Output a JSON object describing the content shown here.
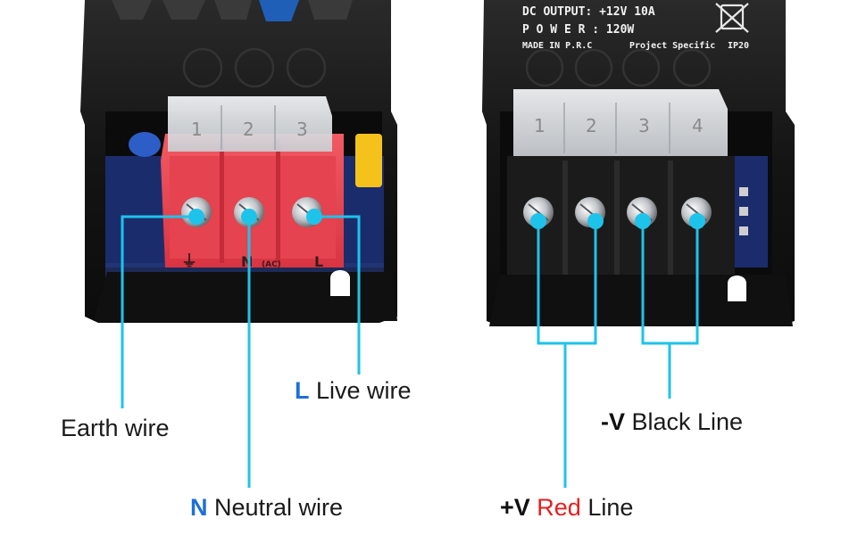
{
  "photo": {
    "product": "LED driver power supply terminal blocks",
    "left_unit": "AC input terminal block (red)",
    "right_unit": "DC output terminal block (black)"
  },
  "case_print": {
    "dc_output_line": "DC OUTPUT:  +12V   10A",
    "power_line": "P O W E R   : 120W",
    "made_line": "MADE  IN  P.R.C",
    "project_line": "Project  Specific",
    "rating_line": "IP20"
  },
  "left_terminal": {
    "marks": [
      "⏚",
      "N",
      "(AC)",
      "L"
    ],
    "cover_numbers": [
      "1",
      "2",
      "3"
    ]
  },
  "right_terminal": {
    "cover_numbers": [
      "1",
      "2",
      "3",
      "4"
    ]
  },
  "callouts": {
    "earth": {
      "text": "Earth wire"
    },
    "neutral": {
      "prefix": "N",
      "text": " Neutral wire"
    },
    "live": {
      "prefix": "L",
      "text": " Live wire"
    },
    "positive": {
      "prefix": "+V ",
      "colored": "Red",
      "text": " Line"
    },
    "negative": {
      "prefix": "-V",
      "text": " Black Line"
    }
  },
  "colors": {
    "callout_line": "#1ec3ea",
    "label_accent_blue": "#1e6fd9",
    "label_accent_red": "#e41f1f",
    "terminal_red": "#e8434f",
    "terminal_black": "#1b1b1b",
    "case": "#151515"
  }
}
